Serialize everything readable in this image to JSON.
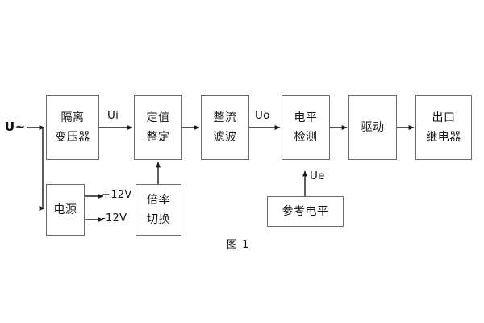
{
  "diagram": {
    "caption": "图 1",
    "input_label": "U~",
    "blocks": [
      {
        "id": "isolation-transformer",
        "lines": [
          "隔离",
          "变压器"
        ]
      },
      {
        "id": "setting-value",
        "lines": [
          "定值",
          "整定"
        ]
      },
      {
        "id": "rectifier-filter",
        "lines": [
          "整流",
          "滤波"
        ]
      },
      {
        "id": "level-detection",
        "lines": [
          "电平",
          "检测"
        ]
      },
      {
        "id": "driver",
        "lines": [
          "驱动"
        ]
      },
      {
        "id": "output-relay",
        "lines": [
          "出口",
          "继电器"
        ]
      },
      {
        "id": "power-supply",
        "lines": [
          "电源"
        ]
      },
      {
        "id": "multiplier-switch",
        "lines": [
          "倍率",
          "切换"
        ]
      },
      {
        "id": "reference-level",
        "lines": [
          "参考电平"
        ]
      }
    ],
    "signal_labels": {
      "ui": "Ui",
      "uo": "Uo",
      "ue": "Ue",
      "plus12v": "+12V",
      "minus12v": "-12V"
    },
    "colors": {
      "stroke": "#6b6b6b",
      "arrow": "#1a1a1a",
      "text": "#151515",
      "background": "#ffffff"
    }
  }
}
